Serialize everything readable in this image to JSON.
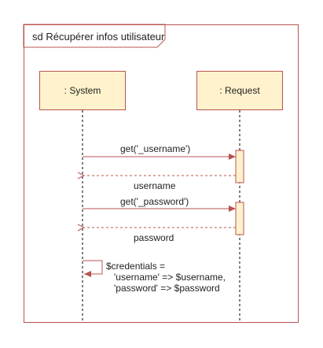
{
  "frame": {
    "title": "sd Récupérer infos utilisateur"
  },
  "lifelines": [
    {
      "id": "system",
      "label": ": System"
    },
    {
      "id": "request",
      "label": ": Request"
    }
  ],
  "messages": [
    {
      "label": "get('_username')"
    },
    {
      "label": "username"
    },
    {
      "label": "get('_password')"
    },
    {
      "label": "password"
    }
  ],
  "self_message": {
    "line1": "$credentials =",
    "line2": "'username' => $username,",
    "line3": "'password' => $password"
  },
  "colors": {
    "stroke": "#b85450",
    "fill": "#fff2cc",
    "text": "#222222"
  }
}
